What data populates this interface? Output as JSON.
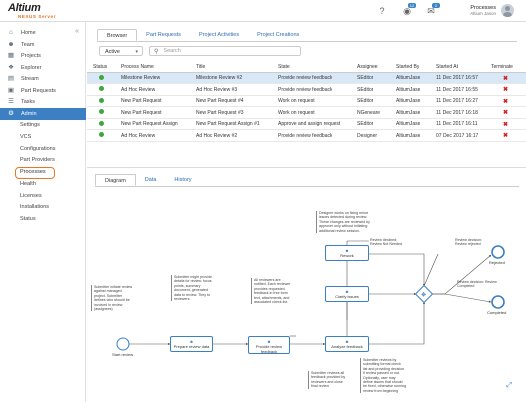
{
  "header": {
    "logo": "Altium",
    "logo_sub": "NEXUS Server",
    "help_icon": "help-icon",
    "notifications_count": "12",
    "messages_count": "2",
    "user_name": "Processes",
    "user_sub": "Altium Jason"
  },
  "sidebar": {
    "items": [
      {
        "label": "Home",
        "icon": "home-icon"
      },
      {
        "label": "Team",
        "icon": "team-icon"
      },
      {
        "label": "Projects",
        "icon": "projects-icon"
      },
      {
        "label": "Explorer",
        "icon": "explorer-icon"
      },
      {
        "label": "Stream",
        "icon": "stream-icon"
      },
      {
        "label": "Part Requests",
        "icon": "part-requests-icon"
      },
      {
        "label": "Tasks",
        "icon": "tasks-icon"
      },
      {
        "label": "Admin",
        "icon": "admin-icon"
      }
    ],
    "subitems": [
      "Settings",
      "VCS",
      "Configurations",
      "Part Providers",
      "Processes",
      "Health",
      "Licenses",
      "Installations",
      "Status"
    ]
  },
  "tabs": [
    "Browser",
    "Part Requests",
    "Project Activities",
    "Project Creations"
  ],
  "filter": {
    "value": "Active"
  },
  "search": {
    "placeholder": "Search"
  },
  "table": {
    "headers": [
      "Status",
      "Process Name",
      "Title",
      "State",
      "Assignee",
      "Started By",
      "Started At",
      "Terminate"
    ],
    "rows": [
      {
        "name": "Milestone Review",
        "title": "Milestone Review #2",
        "state": "Provide review feedback",
        "assignee": "SEditor",
        "by": "AltiumJase",
        "at": "11 Dec 2017 16:57"
      },
      {
        "name": "Ad Hoc Review",
        "title": "Ad Hoc Review #3",
        "state": "Provide review feedback",
        "assignee": "SEditor",
        "by": "AltiumJase",
        "at": "11 Dec 2017 16:55"
      },
      {
        "name": "New Part Request",
        "title": "New Part Request #4",
        "state": "Work on request",
        "assignee": "SEditor",
        "by": "AltiumJase",
        "at": "11 Dec 2017 16:27"
      },
      {
        "name": "New Part Request",
        "title": "New Part Request #3",
        "state": "Work on request",
        "assignee": "NGeneare",
        "by": "AltiumJase",
        "at": "11 Dec 2017 16:18"
      },
      {
        "name": "New Part Request Assign",
        "title": "New Part Request Assign #1",
        "state": "Approve and assign request",
        "assignee": "SEditor",
        "by": "AltiumJase",
        "at": "11 Dec 2017 16:11"
      },
      {
        "name": "Ad Hoc Review",
        "title": "Ad Hoc Review #2",
        "state": "Provide review feedback",
        "assignee": "Designer",
        "by": "AltiumJase",
        "at": "07 Dec 2017 16:17"
      }
    ]
  },
  "lower_tabs": [
    "Diagram",
    "Data",
    "History"
  ],
  "diagram": {
    "nodes": {
      "start": "Start review",
      "prepare": "Prepare review data",
      "provide": "Provide review feedback",
      "analyze": "Analyze feedback",
      "rework": "Rework",
      "clarify": "Clarify issues",
      "rejected": "Rejected",
      "completed": "Completed"
    },
    "flows": {
      "review_declined": "Review declined; Review Not Needed",
      "review_rejected": "Review decision: Review rejected",
      "review_completed": "Review decision: Review Completed"
    },
    "notes": {
      "n1": "Submitter initiate review against managed project. Submitter defines who should be involved in review (assignees)",
      "n2": "Submitter might provide details for review: focus points, summary document, generated data to review. They to reviewers.",
      "n3": "All reviewers are notified. Each reviewer provides requested feedback in free form text, attachments, and associated check list.",
      "n4": "Submitter reviews all feedback provided by reviewers and close final review",
      "n5": "Submitter reviews by submitting formal check list and providing decision if review passed or not. Optionally, user may define issues that should be fixed, otherwise running review from beginning",
      "n6": "Designer works on fixing minor issues detected during review. These changes are reviewed by approver only without initiating additional review session."
    },
    "fullscreen_icon": "expand-icon"
  }
}
